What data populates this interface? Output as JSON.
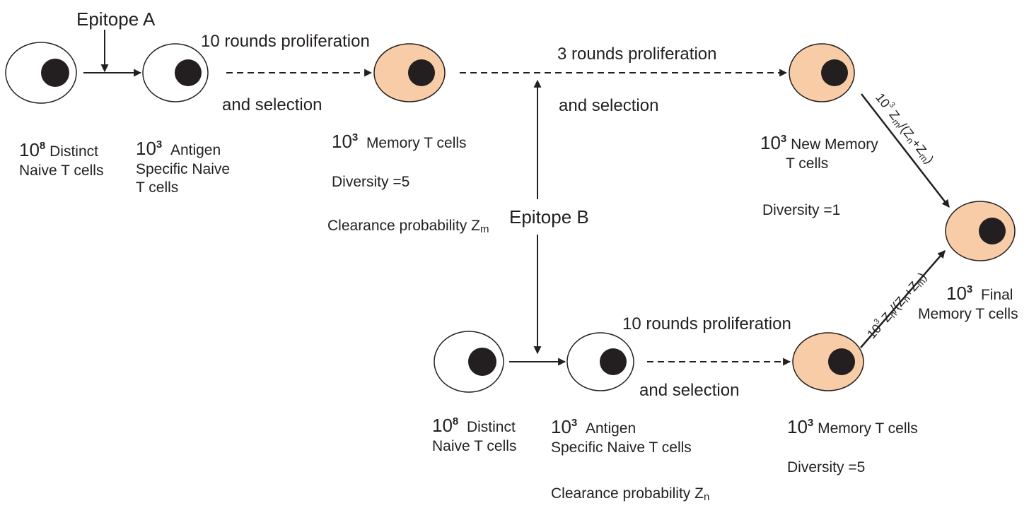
{
  "epitope_a": "Epitope A",
  "epitope_b": "Epitope B",
  "arrows": {
    "top_first_line1": "10 rounds proliferation",
    "top_first_line2": "and selection",
    "top_second_line1": "3 rounds proliferation",
    "top_second_line2": "and selection",
    "bottom_line1": "10 rounds proliferation",
    "bottom_line2": "and selection"
  },
  "nodes": {
    "top_naive": {
      "base": "10",
      "exp": "8",
      "line1": "Distinct",
      "line2": "Naive T cells"
    },
    "top_specific": {
      "base": "10",
      "exp": "3",
      "line1": "Antigen",
      "line2": "Specific Naive",
      "line3": "T cells"
    },
    "top_memory": {
      "base": "10",
      "exp": "3",
      "line1": "Memory T cells",
      "diversity": "Diversity =5",
      "clearance": "Clearance probability Z",
      "clearance_sub": "m"
    },
    "new_memory": {
      "base": "10",
      "exp": "3",
      "line1": "New Memory",
      "line2": "T cells",
      "diversity": "Diversity =1"
    },
    "final_memory": {
      "base": "10",
      "exp": "3",
      "line1": "Final",
      "line2": "Memory T cells"
    },
    "bottom_naive": {
      "base": "10",
      "exp": "8",
      "line1": "Distinct",
      "line2": "Naive T cells"
    },
    "bottom_specific": {
      "base": "10",
      "exp": "3",
      "line1": "Antigen",
      "line2": "Specific Naive T cells",
      "clearance": "Clearance probability Z",
      "clearance_sub": "n"
    },
    "bottom_memory": {
      "base": "10",
      "exp": "3",
      "line1": "Memory T cells",
      "diversity": "Diversity =5"
    }
  },
  "fractions": {
    "upper": {
      "base": "10",
      "exp": "3",
      "text": "Z",
      "s1": "m",
      "mid": "/(Z",
      "s2": "n",
      "plus": "+Z",
      "s3": "m",
      "close": ")"
    },
    "lower": {
      "base": "10",
      "exp": "3",
      "text": "Z",
      "s1": "n",
      "mid": "/(Z",
      "s2": "n",
      "plus": "+Z",
      "s3": "m",
      "close": ")"
    }
  },
  "colors": {
    "naive_fill": "#ffffff",
    "memory_fill": "#f7cca6",
    "nucleus": "#231f20",
    "stroke": "#231f20"
  }
}
